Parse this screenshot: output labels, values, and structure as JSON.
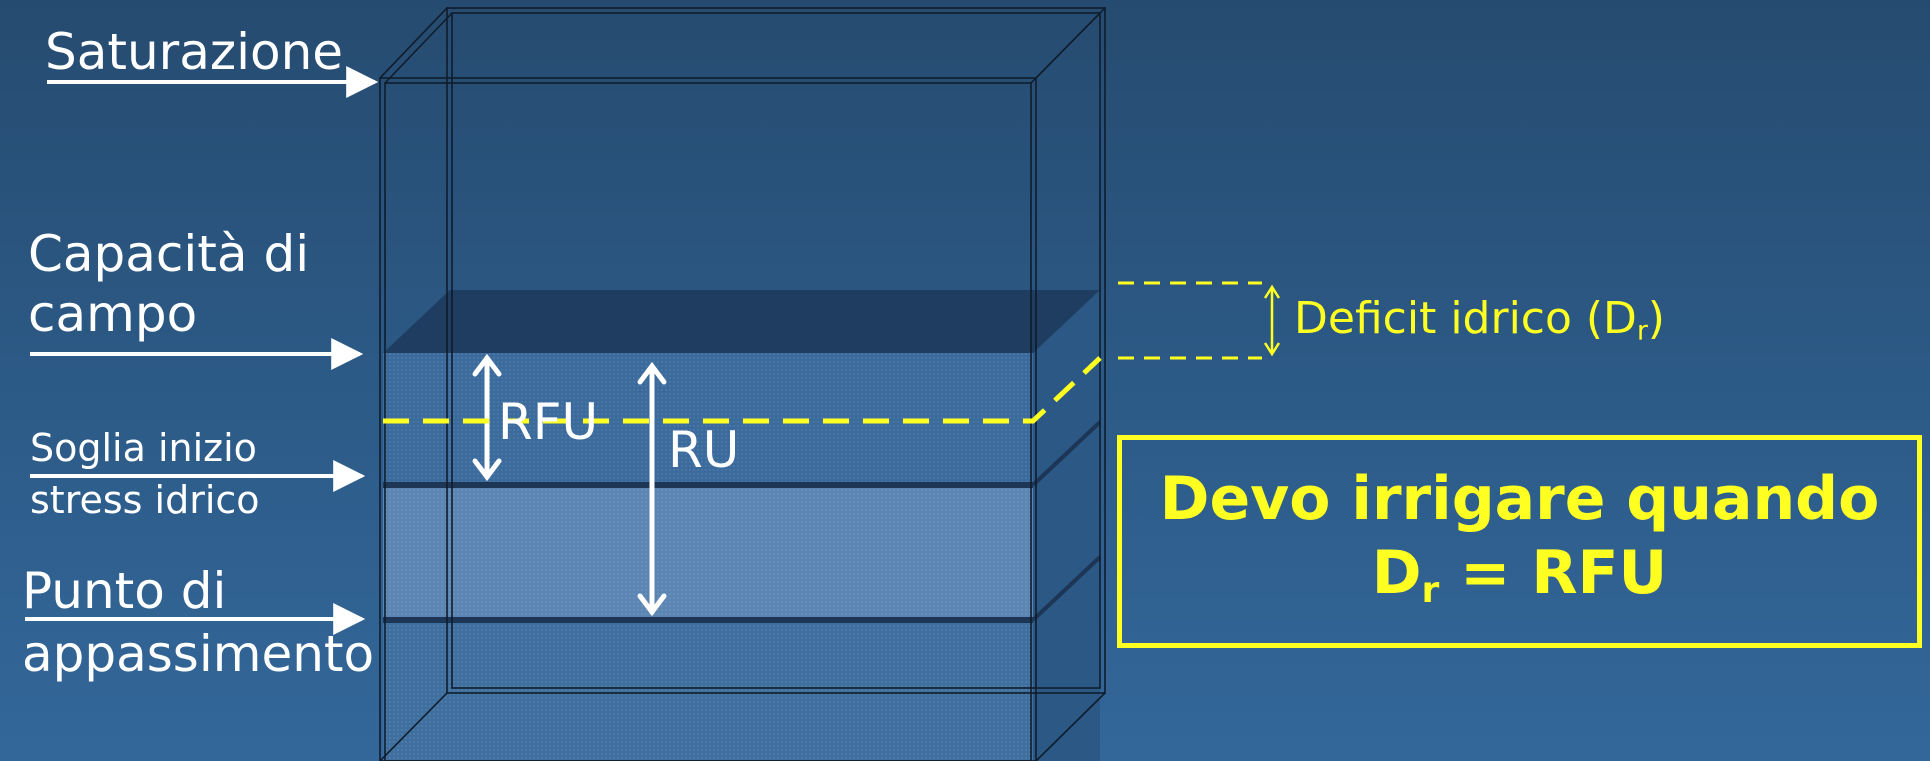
{
  "labels": {
    "saturazione": "Saturazione",
    "capacita_line1": "Capacità di",
    "capacita_line2": "campo",
    "soglia_line1": "Soglia inizio",
    "soglia_line2": "stress idrico",
    "punto_line1": "Punto di",
    "punto_line2": "appassimento",
    "rfu": "RFU",
    "ru": "RU"
  },
  "deficit": {
    "text": "Deficit idrico (D",
    "subscript": "r",
    "close": ")"
  },
  "box": {
    "line1": "Devo irrigare quando",
    "line2_main": "D",
    "line2_sub": "r",
    "line2_rest": " = RFU"
  },
  "colors": {
    "background": "#2c5a86",
    "text": "#ffffff",
    "accent": "#ffff22",
    "water_top": "#1f3d60",
    "water_mid": "#3a6b9c",
    "water_low": "#5b86b3"
  }
}
